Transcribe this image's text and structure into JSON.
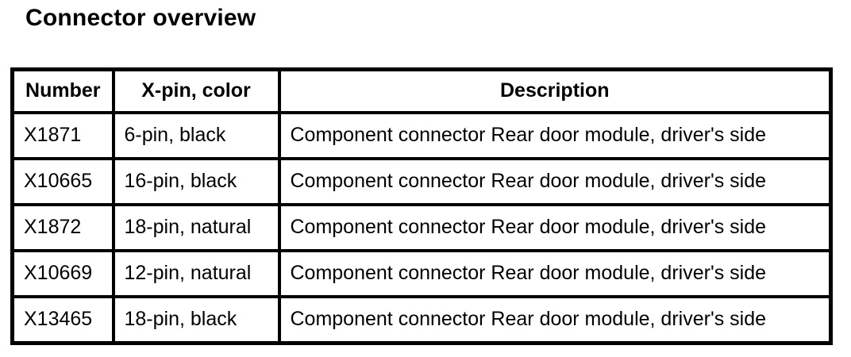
{
  "page": {
    "title": "Connector overview"
  },
  "colors": {
    "text": "#000000",
    "background": "#ffffff",
    "border": "#000000"
  },
  "table": {
    "columns": [
      {
        "key": "number",
        "label": "Number"
      },
      {
        "key": "pin_color",
        "label": "X-pin, color"
      },
      {
        "key": "description",
        "label": "Description"
      }
    ],
    "rows": [
      {
        "number": "X1871",
        "pin_color": "6-pin, black",
        "description": "Component connector Rear door module, driver's side"
      },
      {
        "number": "X10665",
        "pin_color": "16-pin, black",
        "description": "Component connector Rear door module, driver's side"
      },
      {
        "number": "X1872",
        "pin_color": "18-pin, natural",
        "description": "Component connector Rear door module, driver's side"
      },
      {
        "number": "X10669",
        "pin_color": "12-pin, natural",
        "description": "Component connector Rear door module, driver's side"
      },
      {
        "number": "X13465",
        "pin_color": "18-pin, black",
        "description": "Component connector Rear door module, driver's side"
      }
    ]
  }
}
